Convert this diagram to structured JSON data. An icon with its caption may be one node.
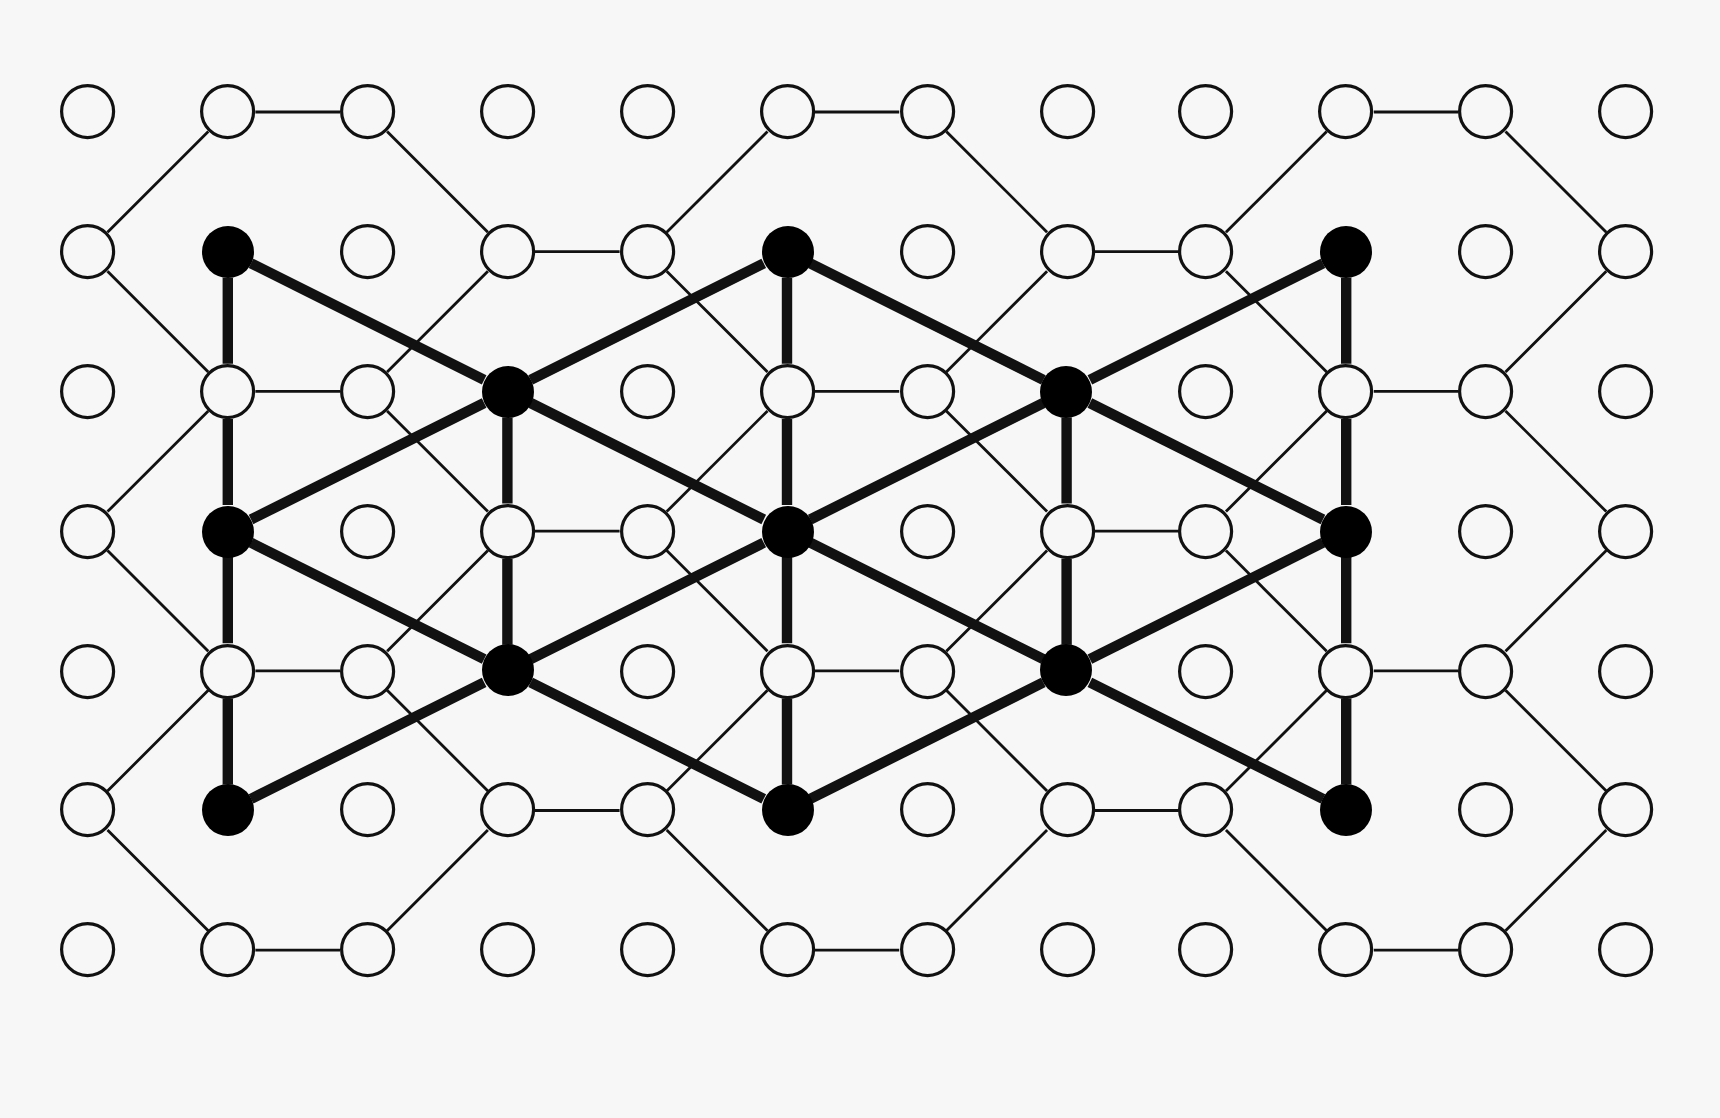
{
  "diagram": {
    "nodes": [
      {
        "text": [],
        "shape": "circle"
      },
      {
        "text": [],
        "shape": "circle"
      },
      {
        "text": [],
        "shape": "circle"
      },
      {
        "text": [],
        "shape": "circle"
      },
      {
        "text": [],
        "shape": "circle"
      },
      {
        "text": [],
        "shape": "circle"
      },
      {
        "text": [],
        "shape": "circle"
      },
      {
        "text": [],
        "shape": "circle"
      },
      {
        "text": [],
        "shape": "circle"
      },
      {
        "text": [],
        "shape": "circle"
      },
      {
        "text": [],
        "shape": "circle"
      },
      {
        "text": [],
        "shape": "circle"
      },
      {
        "text": [],
        "shape": "circle"
      },
      {
        "text": [],
        "shape": "dot"
      },
      {
        "text": [],
        "shape": "circle"
      },
      {
        "text": [],
        "shape": "circle"
      },
      {
        "text": [],
        "shape": "circle"
      },
      {
        "text": [],
        "shape": "dot"
      },
      {
        "text": [],
        "shape": "circle"
      },
      {
        "text": [],
        "shape": "circle"
      },
      {
        "text": [],
        "shape": "circle"
      },
      {
        "text": [],
        "shape": "dot"
      },
      {
        "text": [],
        "shape": "circle"
      },
      {
        "text": [],
        "shape": "circle"
      },
      {
        "text": [],
        "shape": "circle"
      },
      {
        "text": [],
        "shape": "circle"
      },
      {
        "text": [],
        "shape": "circle"
      },
      {
        "text": [],
        "shape": "dot"
      },
      {
        "text": [],
        "shape": "circle"
      },
      {
        "text": [],
        "shape": "circle"
      },
      {
        "text": [],
        "shape": "circle"
      },
      {
        "text": [],
        "shape": "dot"
      },
      {
        "text": [],
        "shape": "circle"
      },
      {
        "text": [],
        "shape": "circle"
      },
      {
        "text": [],
        "shape": "circle"
      },
      {
        "text": [],
        "shape": "circle"
      },
      {
        "text": [],
        "shape": "circle"
      },
      {
        "text": [],
        "shape": "dot"
      },
      {
        "text": [],
        "shape": "circle"
      },
      {
        "text": [],
        "shape": "circle"
      },
      {
        "text": [],
        "shape": "circle"
      },
      {
        "text": [],
        "shape": "dot"
      },
      {
        "text": [],
        "shape": "circle"
      },
      {
        "text": [],
        "shape": "circle"
      },
      {
        "text": [],
        "shape": "circle"
      },
      {
        "text": [],
        "shape": "dot"
      },
      {
        "text": [],
        "shape": "circle"
      },
      {
        "text": [],
        "shape": "circle"
      },
      {
        "text": [],
        "shape": "circle"
      },
      {
        "text": [],
        "shape": "circle"
      },
      {
        "text": [],
        "shape": "circle"
      },
      {
        "text": [],
        "shape": "dot"
      },
      {
        "text": [],
        "shape": "circle"
      },
      {
        "text": [],
        "shape": "circle"
      },
      {
        "text": [],
        "shape": "circle"
      },
      {
        "text": [],
        "shape": "dot"
      },
      {
        "text": [],
        "shape": "circle"
      },
      {
        "text": [],
        "shape": "circle"
      },
      {
        "text": [],
        "shape": "circle"
      },
      {
        "text": [],
        "shape": "circle"
      },
      {
        "text": [],
        "shape": "circle"
      },
      {
        "text": [],
        "shape": "dot"
      },
      {
        "text": [],
        "shape": "circle"
      },
      {
        "text": [],
        "shape": "circle"
      },
      {
        "text": [],
        "shape": "circle"
      },
      {
        "text": [],
        "shape": "dot"
      },
      {
        "text": [],
        "shape": "circle"
      },
      {
        "text": [],
        "shape": "circle"
      },
      {
        "text": [],
        "shape": "circle"
      },
      {
        "text": [],
        "shape": "dot"
      },
      {
        "text": [],
        "shape": "circle"
      },
      {
        "text": [],
        "shape": "circle"
      },
      {
        "text": [],
        "shape": "circle"
      },
      {
        "text": [],
        "shape": "circle"
      },
      {
        "text": [],
        "shape": "circle"
      },
      {
        "text": [],
        "shape": "circle"
      },
      {
        "text": [],
        "shape": "circle"
      },
      {
        "text": [],
        "shape": "circle"
      },
      {
        "text": [],
        "shape": "circle"
      },
      {
        "text": [],
        "shape": "circle"
      },
      {
        "text": [],
        "shape": "circle"
      },
      {
        "text": [],
        "shape": "circle"
      },
      {
        "text": [],
        "shape": "circle"
      },
      {
        "text": [],
        "shape": "circle"
      }
    ],
    "edges": [
      {
        "from": 1,
        "to": 2,
        "arrow": "none"
      },
      {
        "from": 5,
        "to": 6,
        "arrow": "none"
      },
      {
        "from": 9,
        "to": 10,
        "arrow": "none"
      },
      {
        "from": 1,
        "to": 12,
        "arrow": "none"
      },
      {
        "from": 2,
        "to": 15,
        "arrow": "none"
      },
      {
        "from": 5,
        "to": 16,
        "arrow": "none"
      },
      {
        "from": 6,
        "to": 19,
        "arrow": "none"
      },
      {
        "from": 9,
        "to": 20,
        "arrow": "none"
      },
      {
        "from": 10,
        "to": 23,
        "arrow": "none"
      },
      {
        "from": 15,
        "to": 16,
        "arrow": "none"
      },
      {
        "from": 19,
        "to": 20,
        "arrow": "none"
      },
      {
        "from": 12,
        "to": 25,
        "arrow": "none"
      },
      {
        "from": 15,
        "to": 26,
        "arrow": "none"
      },
      {
        "from": 16,
        "to": 29,
        "arrow": "none"
      },
      {
        "from": 19,
        "to": 30,
        "arrow": "none"
      },
      {
        "from": 20,
        "to": 33,
        "arrow": "none"
      },
      {
        "from": 23,
        "to": 34,
        "arrow": "none"
      },
      {
        "from": 25,
        "to": 26,
        "arrow": "none"
      },
      {
        "from": 29,
        "to": 30,
        "arrow": "none"
      },
      {
        "from": 33,
        "to": 34,
        "arrow": "none"
      },
      {
        "from": 25,
        "to": 36,
        "arrow": "none"
      },
      {
        "from": 26,
        "to": 39,
        "arrow": "none"
      },
      {
        "from": 29,
        "to": 40,
        "arrow": "none"
      },
      {
        "from": 30,
        "to": 43,
        "arrow": "none"
      },
      {
        "from": 33,
        "to": 44,
        "arrow": "none"
      },
      {
        "from": 34,
        "to": 47,
        "arrow": "none"
      },
      {
        "from": 39,
        "to": 40,
        "arrow": "none"
      },
      {
        "from": 43,
        "to": 44,
        "arrow": "none"
      },
      {
        "from": 36,
        "to": 49,
        "arrow": "none"
      },
      {
        "from": 39,
        "to": 50,
        "arrow": "none"
      },
      {
        "from": 40,
        "to": 53,
        "arrow": "none"
      },
      {
        "from": 43,
        "to": 54,
        "arrow": "none"
      },
      {
        "from": 44,
        "to": 57,
        "arrow": "none"
      },
      {
        "from": 47,
        "to": 58,
        "arrow": "none"
      },
      {
        "from": 49,
        "to": 50,
        "arrow": "none"
      },
      {
        "from": 53,
        "to": 54,
        "arrow": "none"
      },
      {
        "from": 57,
        "to": 58,
        "arrow": "none"
      },
      {
        "from": 49,
        "to": 60,
        "arrow": "none"
      },
      {
        "from": 50,
        "to": 63,
        "arrow": "none"
      },
      {
        "from": 53,
        "to": 64,
        "arrow": "none"
      },
      {
        "from": 54,
        "to": 67,
        "arrow": "none"
      },
      {
        "from": 57,
        "to": 68,
        "arrow": "none"
      },
      {
        "from": 58,
        "to": 71,
        "arrow": "none"
      },
      {
        "from": 63,
        "to": 64,
        "arrow": "none"
      },
      {
        "from": 67,
        "to": 68,
        "arrow": "none"
      },
      {
        "from": 60,
        "to": 73,
        "arrow": "none"
      },
      {
        "from": 63,
        "to": 74,
        "arrow": "none"
      },
      {
        "from": 64,
        "to": 77,
        "arrow": "none"
      },
      {
        "from": 67,
        "to": 78,
        "arrow": "none"
      },
      {
        "from": 68,
        "to": 81,
        "arrow": "none"
      },
      {
        "from": 71,
        "to": 82,
        "arrow": "none"
      },
      {
        "from": 73,
        "to": 74,
        "arrow": "none"
      },
      {
        "from": 77,
        "to": 78,
        "arrow": "none"
      },
      {
        "from": 81,
        "to": 82,
        "arrow": "none"
      },
      {
        "from": 13,
        "to": 25,
        "arrow": "none",
        "style": "thick"
      },
      {
        "from": 13,
        "to": 27,
        "arrow": "none",
        "style": "thick"
      },
      {
        "from": 17,
        "to": 27,
        "arrow": "none",
        "style": "thick"
      },
      {
        "from": 17,
        "to": 29,
        "arrow": "none",
        "style": "thick"
      },
      {
        "from": 17,
        "to": 31,
        "arrow": "none",
        "style": "thick"
      },
      {
        "from": 21,
        "to": 31,
        "arrow": "none",
        "style": "thick"
      },
      {
        "from": 21,
        "to": 33,
        "arrow": "none",
        "style": "thick"
      },
      {
        "from": 25,
        "to": 37,
        "arrow": "none",
        "style": "thick"
      },
      {
        "from": 27,
        "to": 37,
        "arrow": "none",
        "style": "thick"
      },
      {
        "from": 27,
        "to": 39,
        "arrow": "none",
        "style": "thick"
      },
      {
        "from": 27,
        "to": 41,
        "arrow": "none",
        "style": "thick"
      },
      {
        "from": 29,
        "to": 41,
        "arrow": "none",
        "style": "thick"
      },
      {
        "from": 31,
        "to": 41,
        "arrow": "none",
        "style": "thick"
      },
      {
        "from": 31,
        "to": 43,
        "arrow": "none",
        "style": "thick"
      },
      {
        "from": 31,
        "to": 45,
        "arrow": "none",
        "style": "thick"
      },
      {
        "from": 33,
        "to": 45,
        "arrow": "none",
        "style": "thick"
      },
      {
        "from": 37,
        "to": 49,
        "arrow": "none",
        "style": "thick"
      },
      {
        "from": 37,
        "to": 51,
        "arrow": "none",
        "style": "thick"
      },
      {
        "from": 39,
        "to": 51,
        "arrow": "none",
        "style": "thick"
      },
      {
        "from": 41,
        "to": 51,
        "arrow": "none",
        "style": "thick"
      },
      {
        "from": 41,
        "to": 53,
        "arrow": "none",
        "style": "thick"
      },
      {
        "from": 41,
        "to": 55,
        "arrow": "none",
        "style": "thick"
      },
      {
        "from": 43,
        "to": 55,
        "arrow": "none",
        "style": "thick"
      },
      {
        "from": 45,
        "to": 55,
        "arrow": "none",
        "style": "thick"
      },
      {
        "from": 45,
        "to": 57,
        "arrow": "none",
        "style": "thick"
      },
      {
        "from": 49,
        "to": 61,
        "arrow": "none",
        "style": "thick"
      },
      {
        "from": 51,
        "to": 61,
        "arrow": "none",
        "style": "thick"
      },
      {
        "from": 51,
        "to": 65,
        "arrow": "none",
        "style": "thick"
      },
      {
        "from": 53,
        "to": 65,
        "arrow": "none",
        "style": "thick"
      },
      {
        "from": 55,
        "to": 65,
        "arrow": "none",
        "style": "thick"
      },
      {
        "from": 55,
        "to": 69,
        "arrow": "none",
        "style": "thick"
      },
      {
        "from": 57,
        "to": 69,
        "arrow": "none",
        "style": "thick"
      }
    ]
  }
}
